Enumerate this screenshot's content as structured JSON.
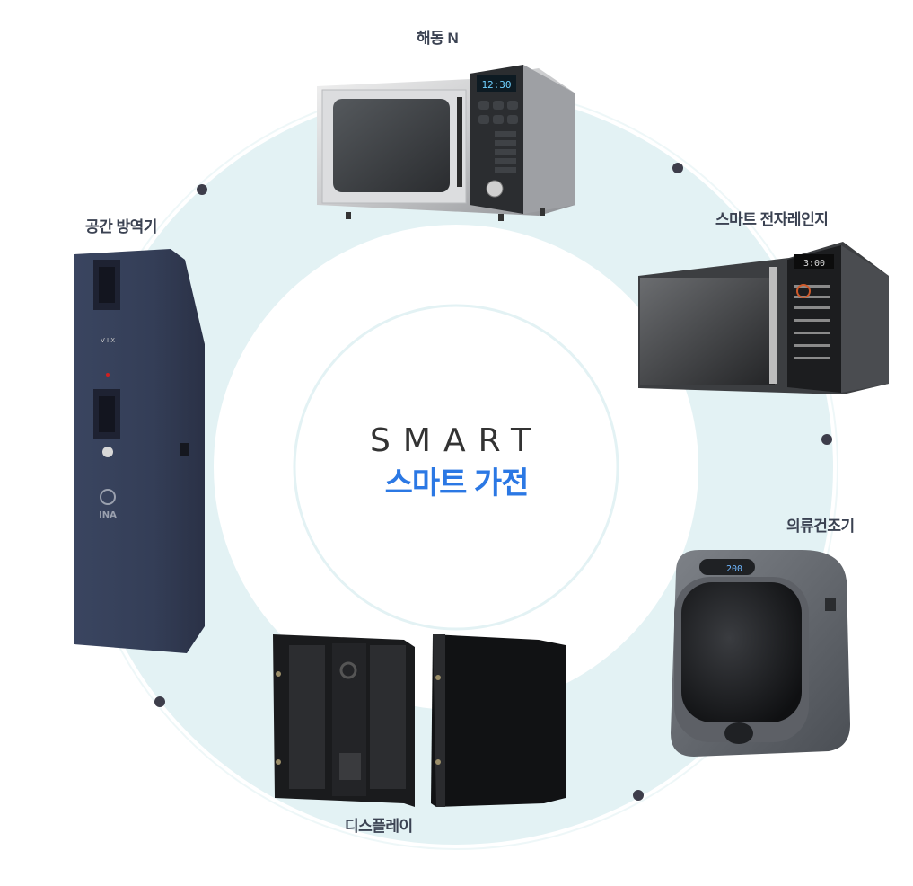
{
  "center": {
    "title_en": "SMART",
    "title_ko": "스마트 가전"
  },
  "products": {
    "microwave_commercial": {
      "label": "해동 N",
      "time": "12:30"
    },
    "microwave_smart": {
      "label": "스마트 전자레인지",
      "time": "3:00"
    },
    "dryer": {
      "label": "의류건조기",
      "display": "200"
    },
    "display": {
      "label": "디스플레이"
    },
    "air_purifier": {
      "label": "공간 방역기",
      "badge": "INA"
    }
  },
  "colors": {
    "accent": "#2b78e4",
    "ring": "#e3f2f4",
    "label": "#3b4252",
    "dot": "#3d3d4a",
    "purifier": "#3a4560"
  }
}
